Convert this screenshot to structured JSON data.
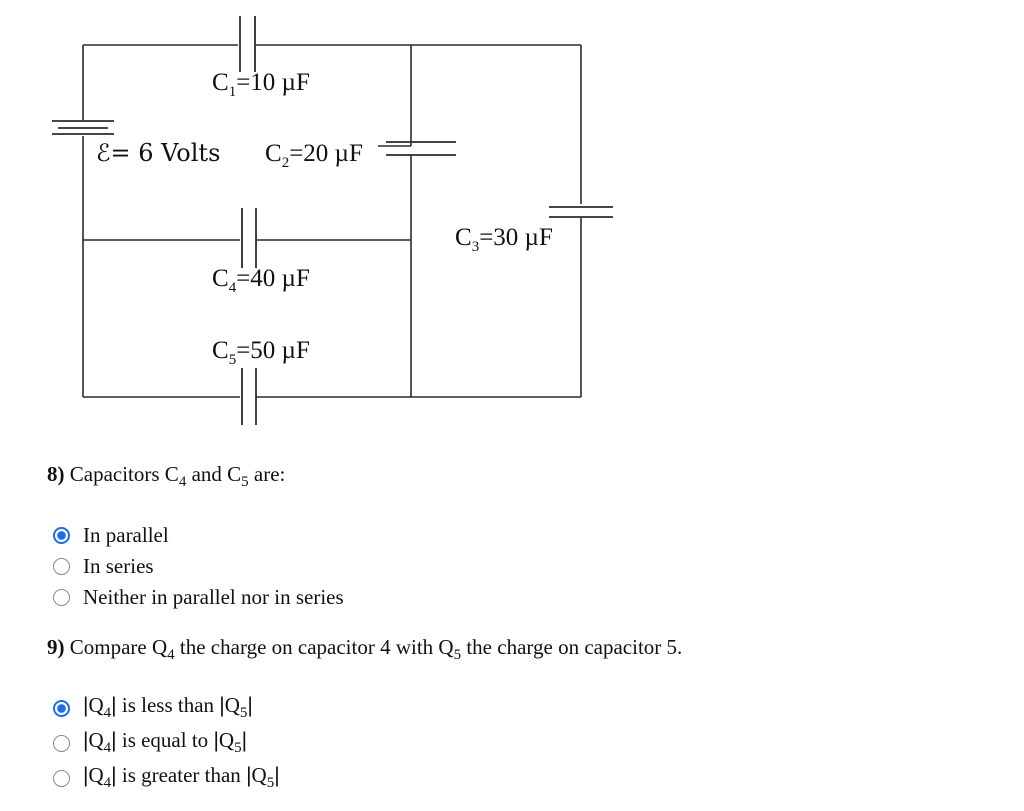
{
  "circuit": {
    "labels": {
      "c1": "C1=10 µF",
      "c2": "C2=20 µF",
      "c3": "C3=30 µF",
      "c4": "C4=40 µF",
      "c5": "C5=50 µF",
      "emf": "ℰ= 6 Volts"
    }
  },
  "q8": {
    "number": "8)",
    "text_before": "Capacitors C",
    "sub_a": "4",
    "text_mid": " and C",
    "sub_b": "5",
    "text_after": " are:",
    "options": [
      {
        "label": "In parallel",
        "selected": true
      },
      {
        "label": "In series",
        "selected": false
      },
      {
        "label": "Neither in parallel nor in series",
        "selected": false
      }
    ]
  },
  "q9": {
    "number": "9)",
    "text_a": "Compare Q",
    "sub_a": "4",
    "text_b": " the charge on capacitor 4 with Q",
    "sub_b": "5",
    "text_c": " the charge on capacitor 5.",
    "options": [
      {
        "relation": " is less than ",
        "selected": true
      },
      {
        "relation": " is equal to ",
        "selected": false
      },
      {
        "relation": " is greater than ",
        "selected": false
      }
    ],
    "bar": "|",
    "q": "Q",
    "sub_a_opt": "4",
    "sub_b_opt": "5"
  },
  "colors": {
    "radio_selected": "#1e6ee8",
    "radio_unselected": "#8a8a8a"
  }
}
